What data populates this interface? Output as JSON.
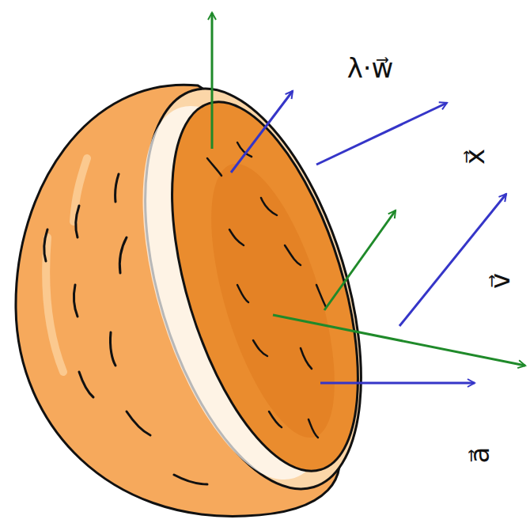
{
  "diagram": {
    "labels": [
      "λ·w⃗",
      "x⃗",
      "v⃗",
      "a⃗"
    ]
  }
}
